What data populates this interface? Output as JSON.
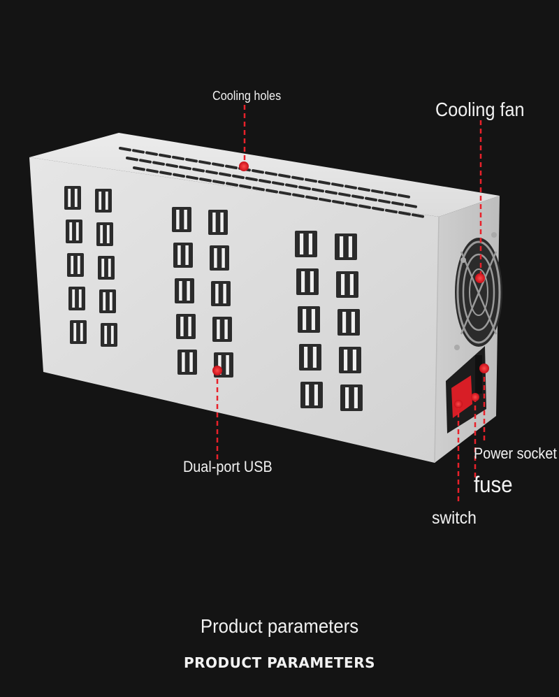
{
  "callouts": {
    "cooling_holes": "Cooling holes",
    "cooling_fan": "Cooling fan",
    "usb": "Dual-port USB",
    "power_socket": "Power socket",
    "fuse": "fuse",
    "switch": "switch"
  },
  "footer": {
    "title": "Product parameters",
    "title_caps": "PRODUCT PARAMETERS"
  },
  "colors": {
    "background": "#141414",
    "marker": "#e8212a",
    "enclosure": "#dedede"
  },
  "icons": [
    "usb-port-icon",
    "cooling-fan-icon",
    "power-socket-icon",
    "rocker-switch-icon"
  ]
}
